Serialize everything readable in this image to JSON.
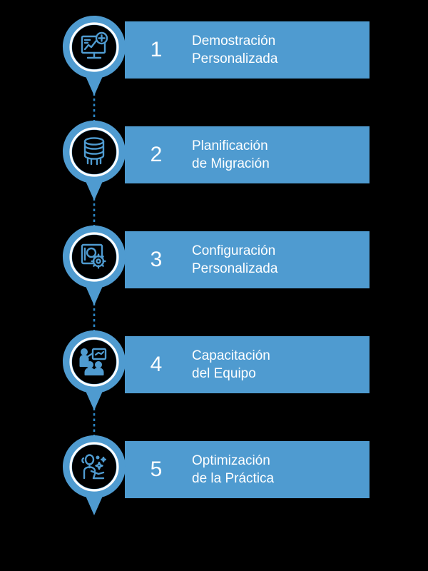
{
  "background_color": "#000000",
  "accent_color": "#4f9bd0",
  "text_color": "#ffffff",
  "marker_inner_color": "#000000",
  "marker_ring_color": "#ffffff",
  "title": "",
  "steps": [
    {
      "number": "1",
      "line1": "Demostración",
      "line2": "Personalizada",
      "icon": "monitor-chart-plus-icon"
    },
    {
      "number": "2",
      "line1": "Planificación",
      "line2": "de Migración",
      "icon": "database-migration-icon"
    },
    {
      "number": "3",
      "line1": "Configuración",
      "line2": "Personalizada",
      "icon": "screen-gear-settings-icon"
    },
    {
      "number": "4",
      "line1": "Capacitación",
      "line2": "del Equipo",
      "icon": "presenter-training-icon"
    },
    {
      "number": "5",
      "line1": "Optimización",
      "line2": "de la Práctica",
      "icon": "person-optimization-sparkle-icon"
    }
  ],
  "connectors": [
    {
      "style": "dotted-arrow"
    },
    {
      "style": "dotted-arrow"
    },
    {
      "style": "dotted-arrow"
    },
    {
      "style": "dotted-arrow"
    }
  ]
}
